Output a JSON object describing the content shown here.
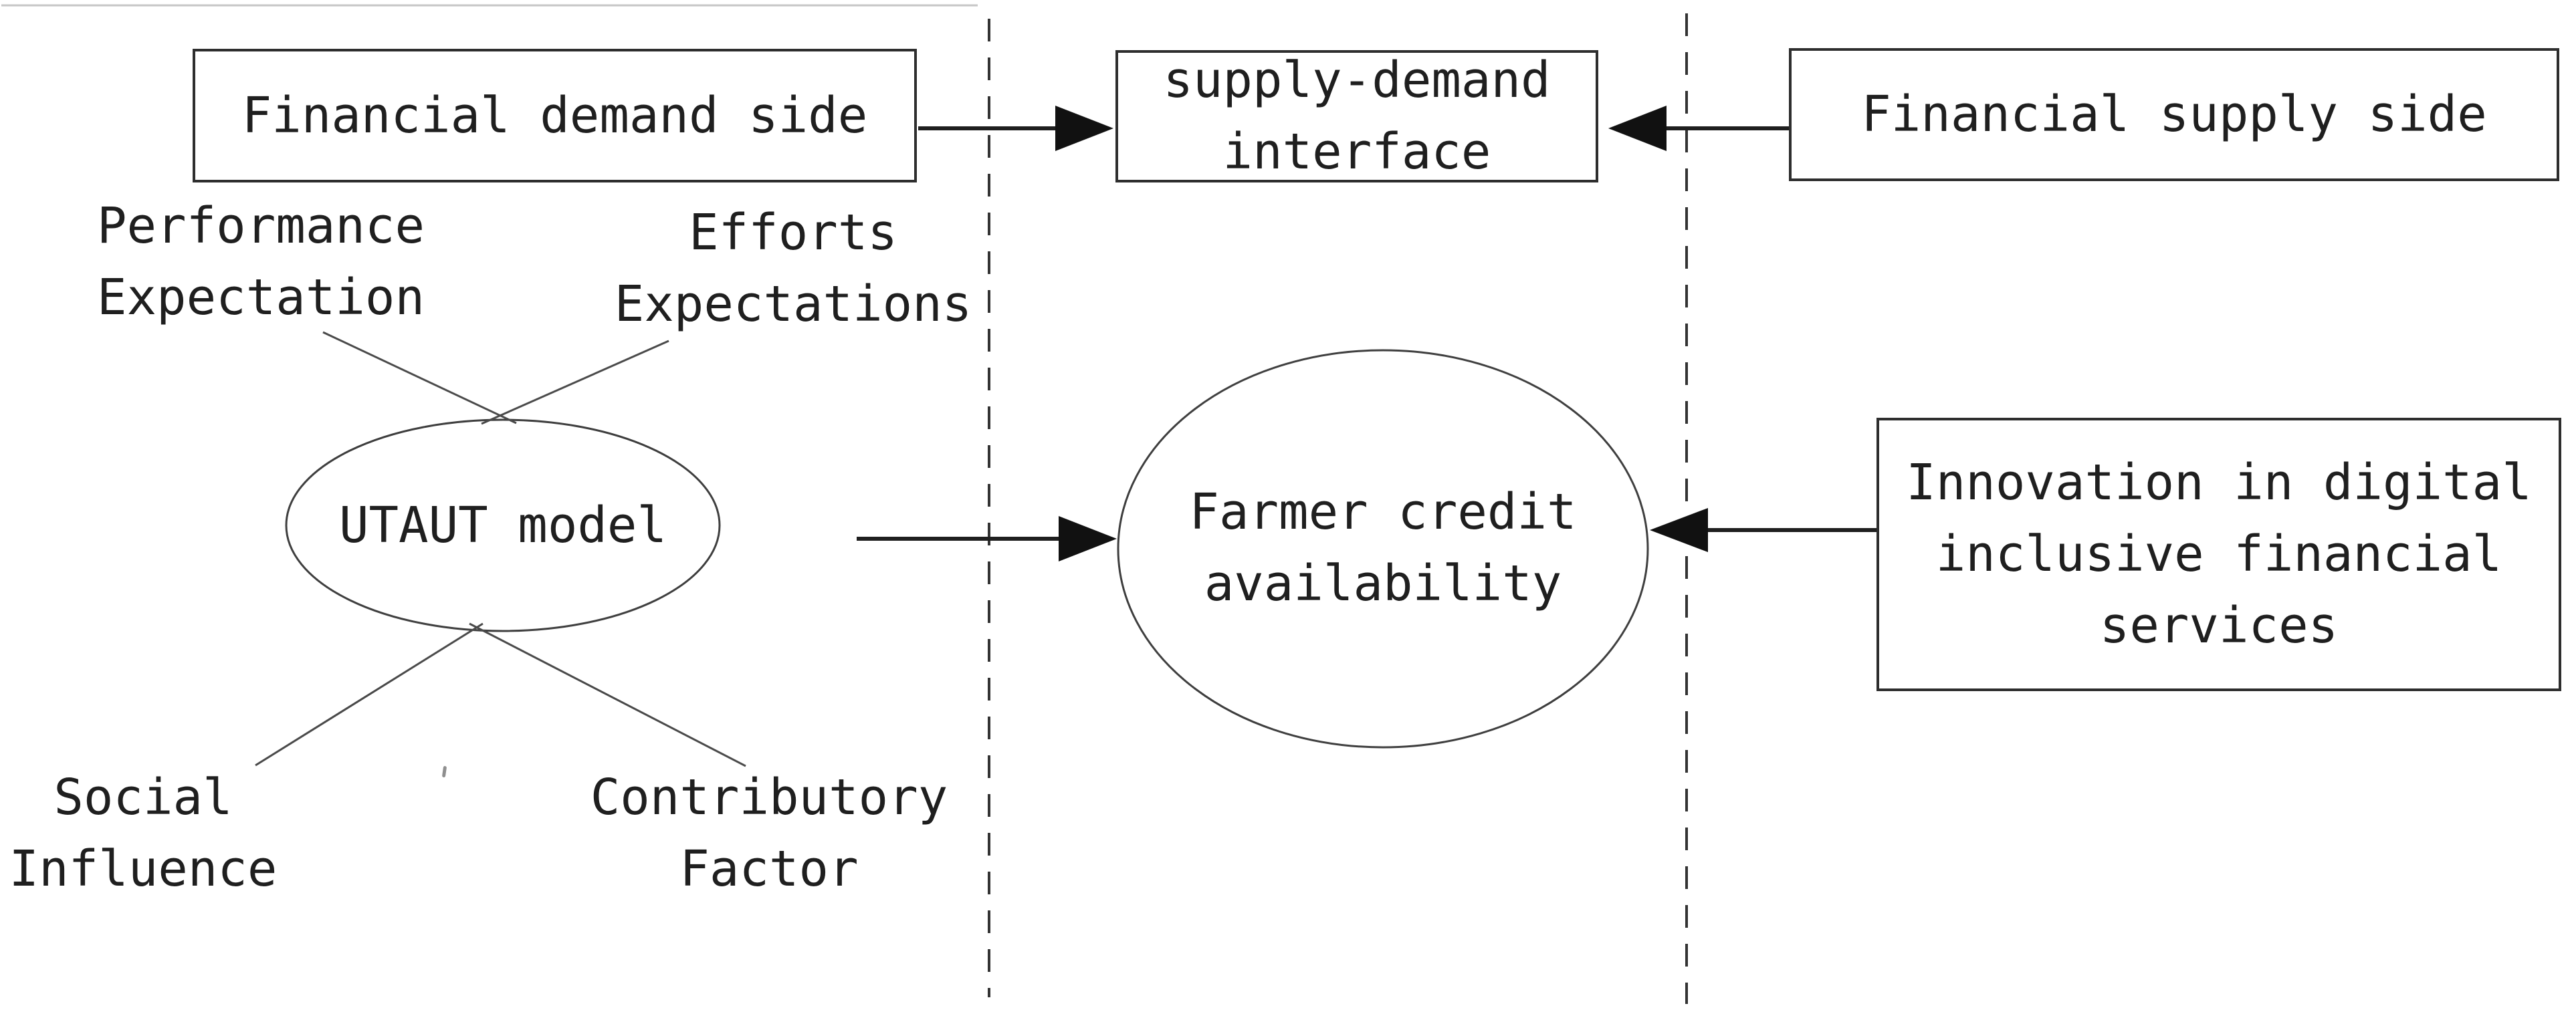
{
  "diagram": {
    "boxes": {
      "financial_demand": "Financial demand side",
      "supply_demand_interface": "supply-demand\ninterface",
      "financial_supply": "Financial supply side",
      "innovation": "Innovation in digital\ninclusive financial\nservices"
    },
    "ellipses": {
      "utaut": "UTAUT model",
      "farmer_credit": "Farmer credit\navailability"
    },
    "labels": {
      "performance_expectation": "Performance\nExpectation",
      "efforts_expectations": "Efforts\nExpectations",
      "social_influence": "Social\nInfluence",
      "contributory_factor": "Contributory\nFactor"
    },
    "colors": {
      "ink": "#1f1f1f",
      "box_border": "#2e2e2e",
      "thin_line": "#3f3f3f",
      "dashed_line": "#333333",
      "arrow": "#111111",
      "background": "#ffffff"
    }
  }
}
